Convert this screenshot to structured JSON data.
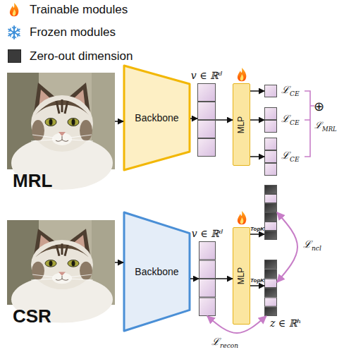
{
  "diagram": {
    "nodes": [
      {
        "text": [
          "MRL"
        ]
      },
      {
        "text": [
          "Backbone"
        ]
      },
      {
        "text": [
          "v ∈ ℝᵈ"
        ]
      },
      {
        "text": [
          "MLP"
        ]
      },
      {
        "text": [
          "ℒCE"
        ]
      },
      {
        "text": [
          "ℒCE"
        ]
      },
      {
        "text": [
          "ℒCE"
        ]
      },
      {
        "text": [
          "CSR"
        ]
      },
      {
        "text": [
          "Backbone"
        ]
      },
      {
        "text": [
          "v ∈ ℝᵈ"
        ]
      },
      {
        "text": [
          "MLP"
        ]
      },
      {
        "text": []
      },
      {
        "text": [
          "z ∈ ℝʰ"
        ]
      }
    ],
    "edges": [
      {
        "from": 0,
        "to": 1,
        "arrow": "to"
      },
      {
        "from": 1,
        "to": 2,
        "arrow": "to"
      },
      {
        "from": 2,
        "to": 3,
        "arrow": "to"
      },
      {
        "from": 3,
        "to": 4,
        "arrow": "to"
      },
      {
        "from": 3,
        "to": 5,
        "arrow": "to"
      },
      {
        "from": 3,
        "to": 6,
        "arrow": "to"
      },
      {
        "from": 7,
        "to": 8,
        "arrow": "to"
      },
      {
        "from": 8,
        "to": 9,
        "arrow": "to"
      },
      {
        "from": 9,
        "to": 10,
        "arrow": "to"
      },
      {
        "from": 10,
        "to": 11,
        "label": "TopK",
        "arrow": "to"
      },
      {
        "from": 10,
        "to": 12,
        "label": "TopK",
        "arrow": "to"
      },
      {
        "from": 11,
        "to": 12,
        "label": "ℒncl",
        "arrow": "both"
      },
      {
        "from": 12,
        "to": 9,
        "label": "ℒrecon",
        "arrow": "both"
      }
    ],
    "labels": [
      "⊕",
      "ℒMRL"
    ],
    "legend": [
      {
        "text": "Trainable modules"
      },
      {
        "text": "Frozen modules"
      },
      {
        "text": "Zero-out dimension",
        "color": "#3a3a3a"
      }
    ]
  }
}
